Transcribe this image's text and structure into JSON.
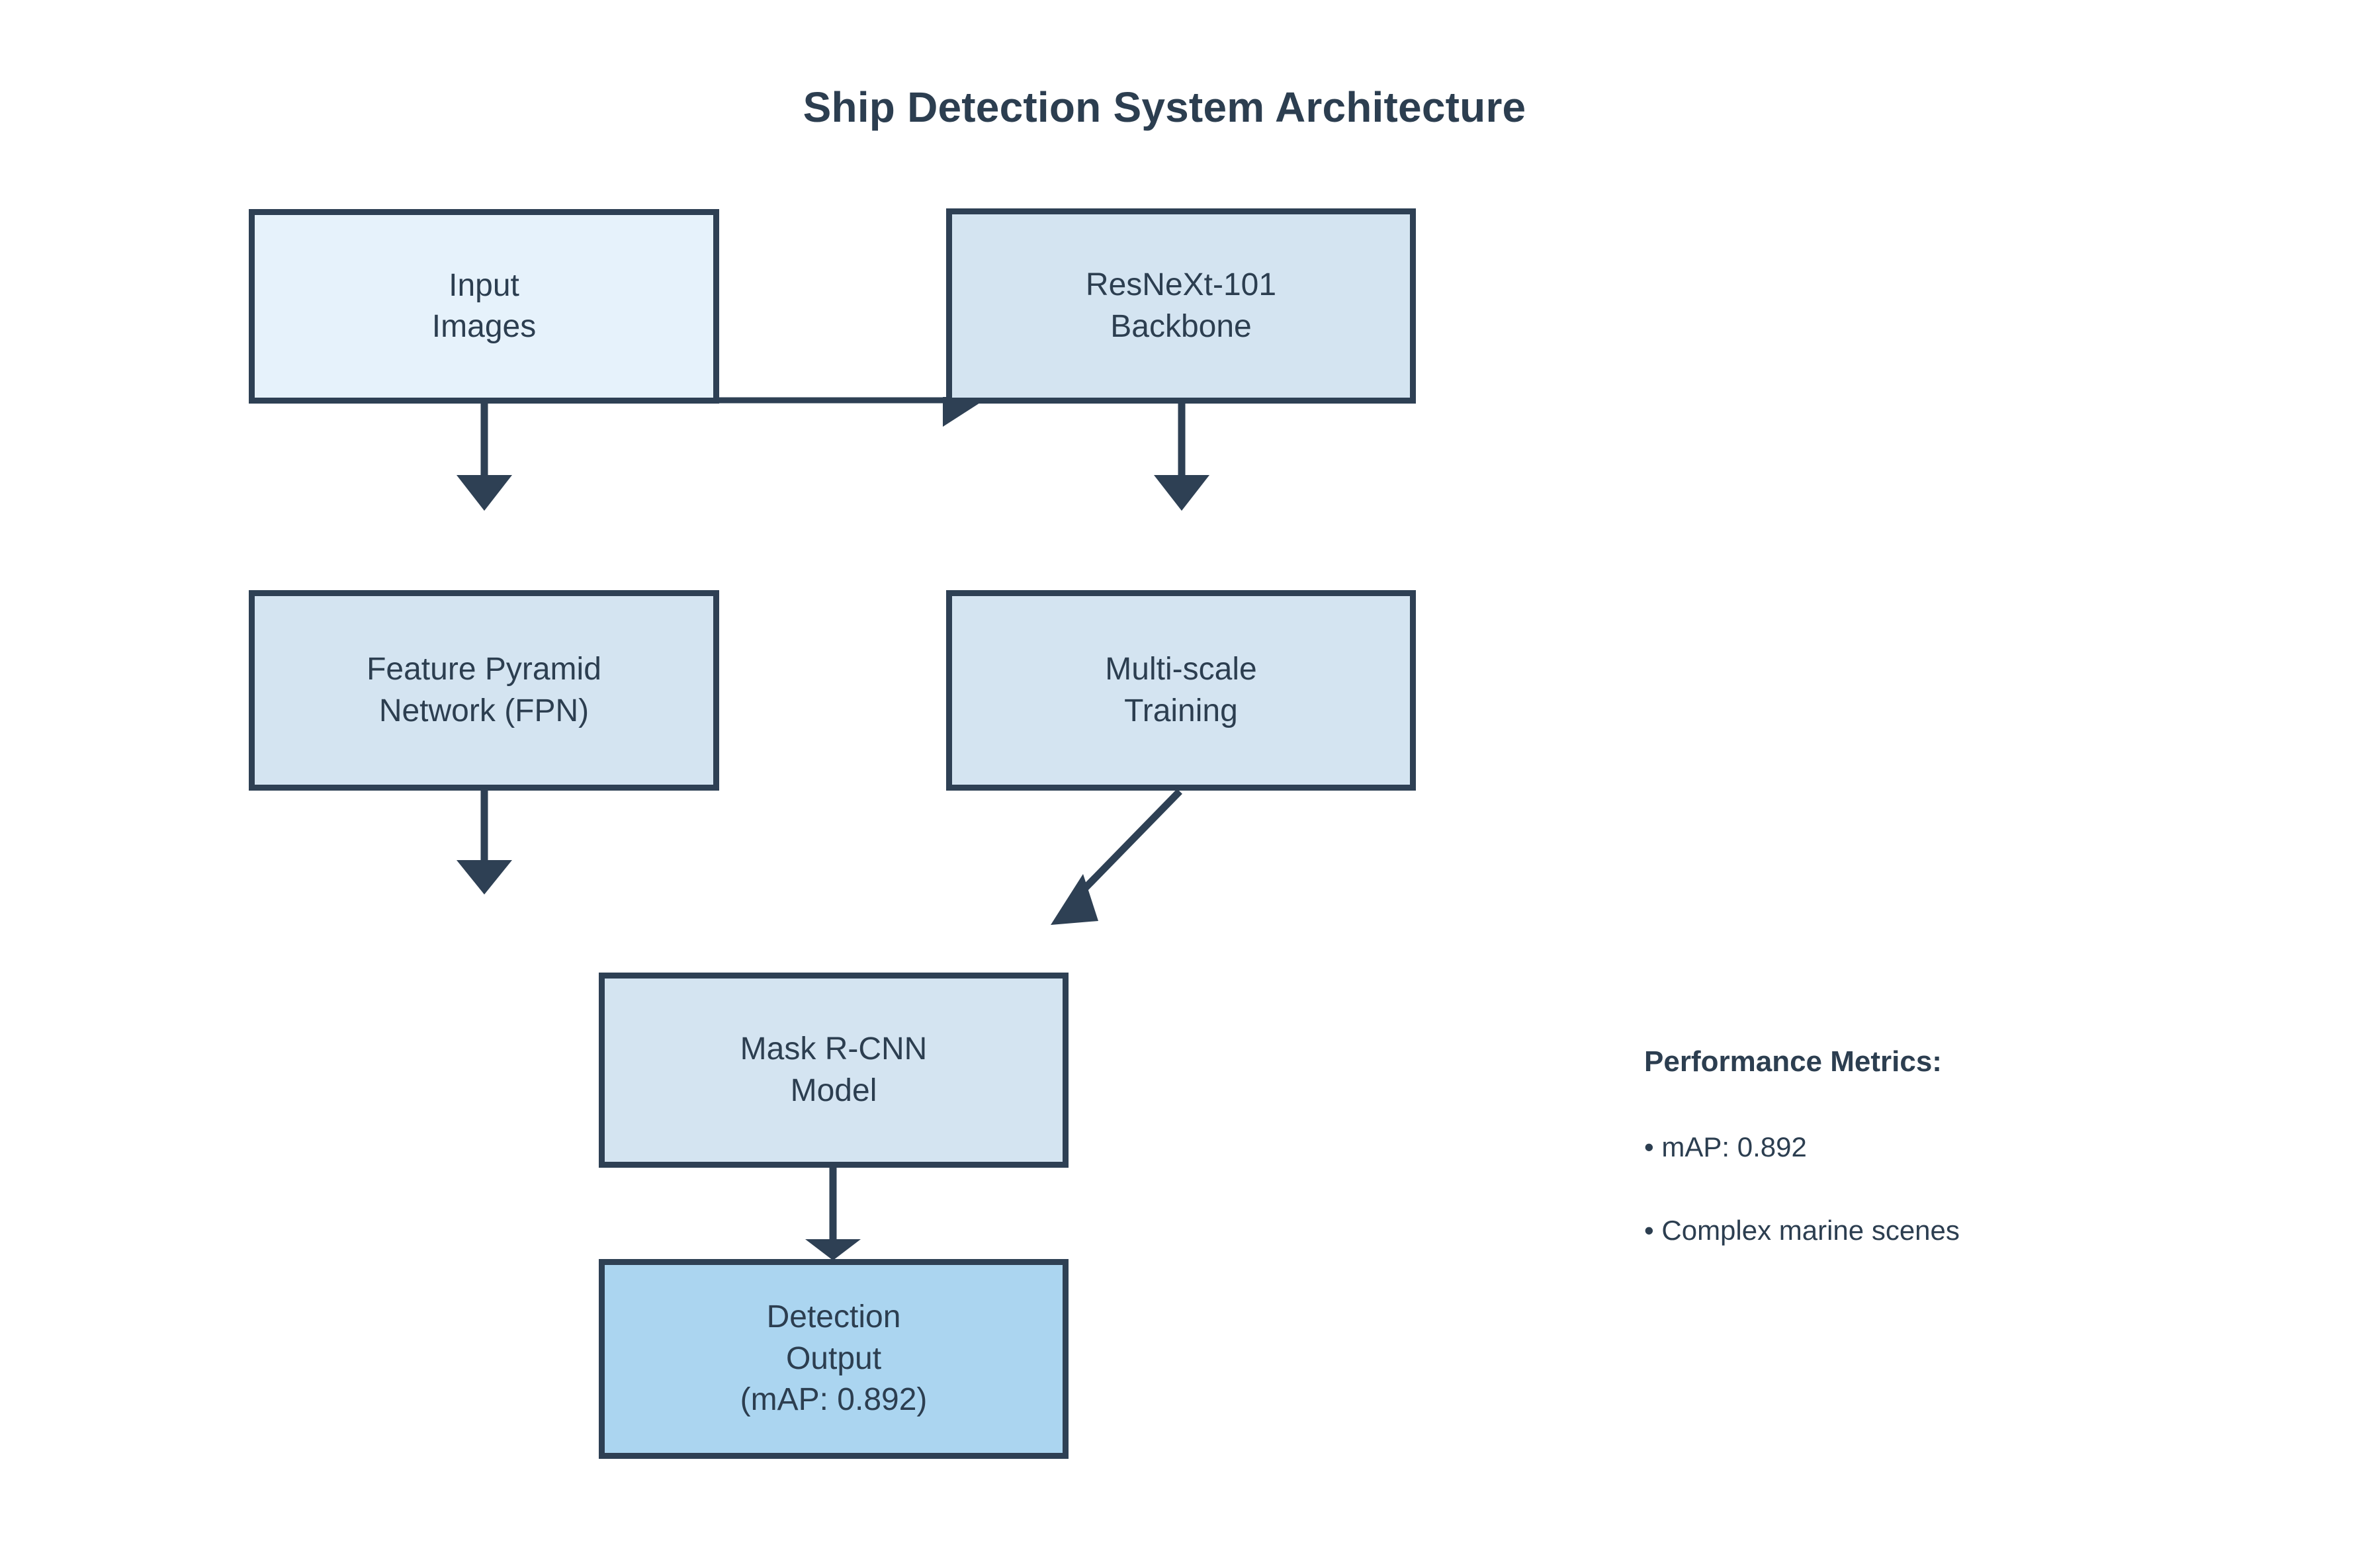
{
  "title": "Ship Detection System Architecture",
  "colors": {
    "border": "#2e4054",
    "text": "#2c3e50",
    "fill_lightest": "#e6f2fb",
    "fill_light": "#d4e4f1",
    "fill_accent": "#abd5f0",
    "background": "#ffffff"
  },
  "nodes": [
    {
      "id": "input",
      "label": "Input\nImages"
    },
    {
      "id": "backbone",
      "label": "ResNeXt-101\nBackbone"
    },
    {
      "id": "fpn",
      "label": "Feature Pyramid\nNetwork (FPN)"
    },
    {
      "id": "multiscale",
      "label": "Multi-scale\nTraining"
    },
    {
      "id": "maskrcnn",
      "label": "Mask R-CNN\nModel"
    },
    {
      "id": "output",
      "label": "Detection\nOutput\n(mAP: 0.892)"
    }
  ],
  "edges": [
    {
      "from": "input",
      "to": "backbone",
      "style": "horizontal-arrow"
    },
    {
      "from": "input",
      "to": "fpn",
      "style": "vertical-arrow"
    },
    {
      "from": "backbone",
      "to": "multiscale",
      "style": "vertical-arrow"
    },
    {
      "from": "fpn",
      "to": "maskrcnn",
      "style": "vertical-arrow"
    },
    {
      "from": "multiscale",
      "to": "maskrcnn",
      "style": "diagonal-arrow"
    },
    {
      "from": "maskrcnn",
      "to": "output",
      "style": "vertical-arrow"
    }
  ],
  "metrics": {
    "heading": "Performance Metrics:",
    "items": [
      "• mAP: 0.892",
      "• Complex marine scenes"
    ]
  }
}
